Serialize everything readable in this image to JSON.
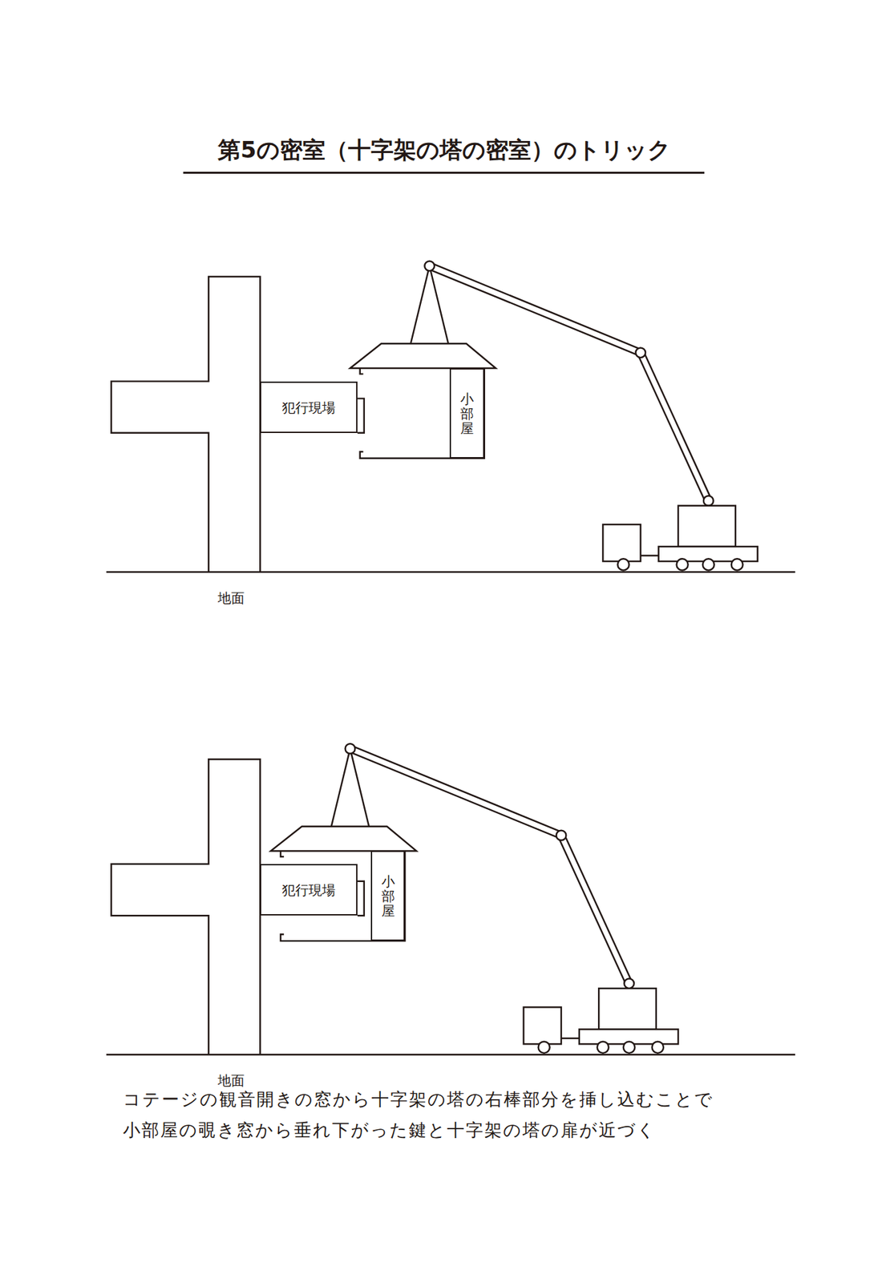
{
  "diagram": {
    "title": "第5の密室（十字架の塔の密室）のトリック",
    "caption": "コテージの観音開きの窓から十字架の塔の右棒部分を挿し込むことで 小部屋の覗き窓から垂れ下がった鍵と十字架の塔の扉が近づく",
    "nodes": [
      {
        "text": [
          "犯行現場"
        ]
      },
      {
        "text": [
          "小部屋"
        ]
      },
      {
        "text": [
          "犯行現場"
        ]
      },
      {
        "text": [
          "小部屋"
        ]
      }
    ],
    "labels": [
      "地面",
      "地面"
    ]
  }
}
